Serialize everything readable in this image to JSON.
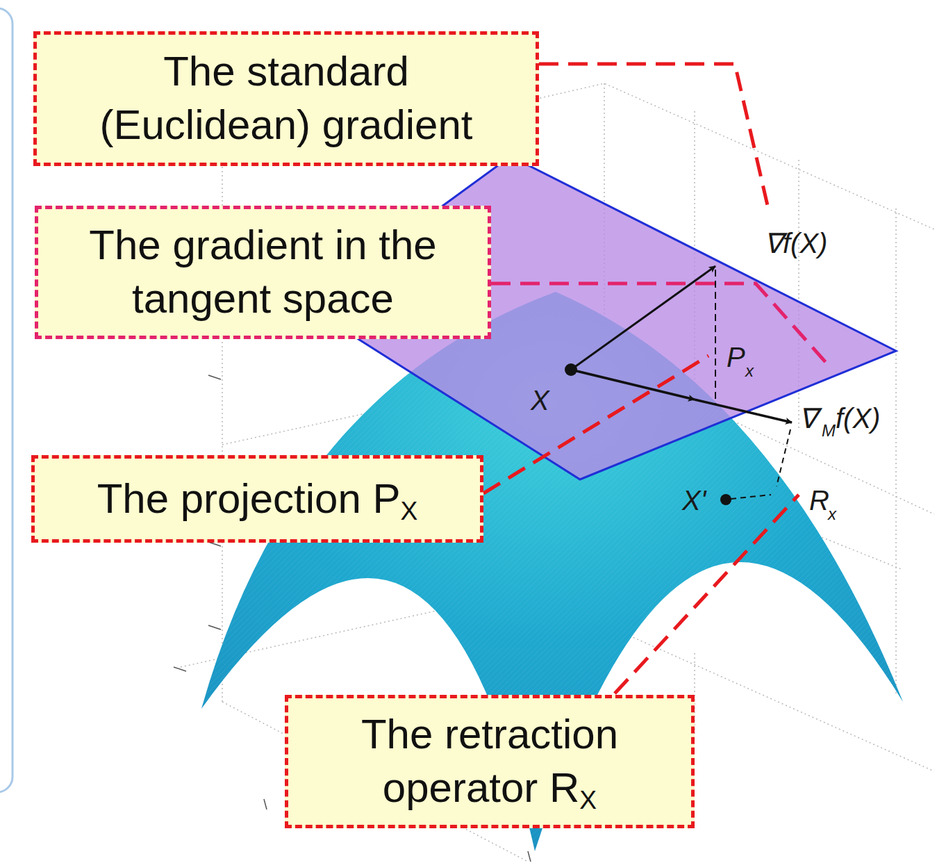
{
  "diagram": {
    "nodes": [
      {
        "text": [
          "The standard (Euclidean) gradient"
        ]
      },
      {
        "text": [
          "The gradient in the tangent space"
        ]
      },
      {
        "text": [
          "The projection P",
          "X"
        ]
      },
      {
        "text": [
          "The retraction operator R",
          "X"
        ]
      }
    ],
    "labels": [
      "∇f(X)",
      "X",
      "P",
      "x",
      "∇",
      "M",
      "f(X)",
      "X'",
      "R",
      "x"
    ]
  }
}
